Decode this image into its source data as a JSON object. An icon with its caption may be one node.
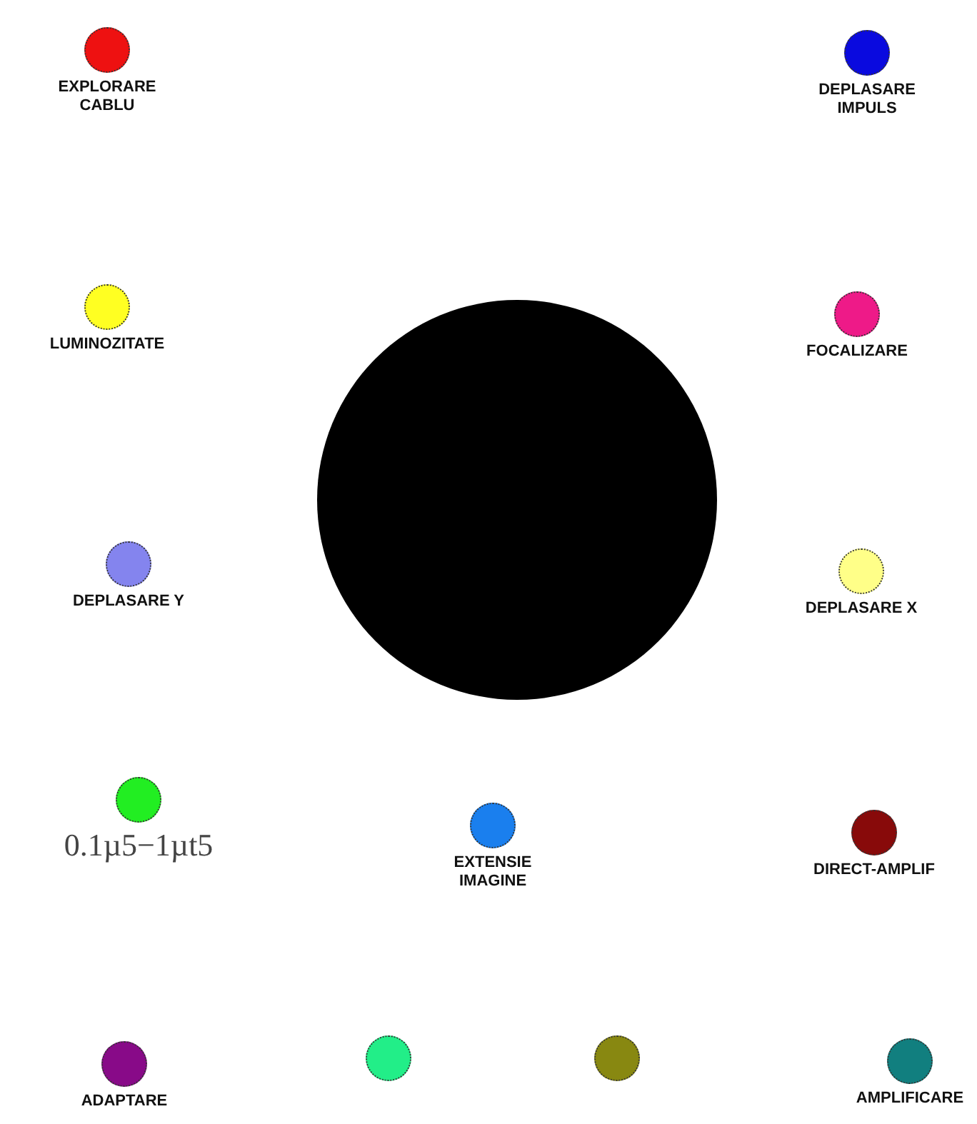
{
  "diagram": {
    "nodes": [
      {
        "text": [
          "EXPLORARE CABLU"
        ]
      },
      {
        "text": [
          "DEPLASARE IMPULS"
        ]
      },
      {
        "text": [
          "LUMINOZITATE"
        ]
      },
      {
        "text": [
          "FOCALIZARE"
        ]
      },
      {
        "text": [],
        "shape": "circle"
      },
      {
        "text": [
          "DEPLASARE Y"
        ]
      },
      {
        "text": [
          "DEPLASARE X"
        ]
      },
      {
        "text": [
          "0.1µ5−1µt5"
        ]
      },
      {
        "text": [
          "EXTENSIE IMAGINE"
        ]
      },
      {
        "text": [
          "DIRECT-AMPLIF"
        ]
      },
      {
        "text": [
          "ADAPTARE"
        ]
      },
      {
        "text": [],
        "shape": "circle"
      },
      {
        "text": [],
        "shape": "circle"
      },
      {
        "text": [
          "AMPLIFICARE"
        ]
      }
    ]
  }
}
